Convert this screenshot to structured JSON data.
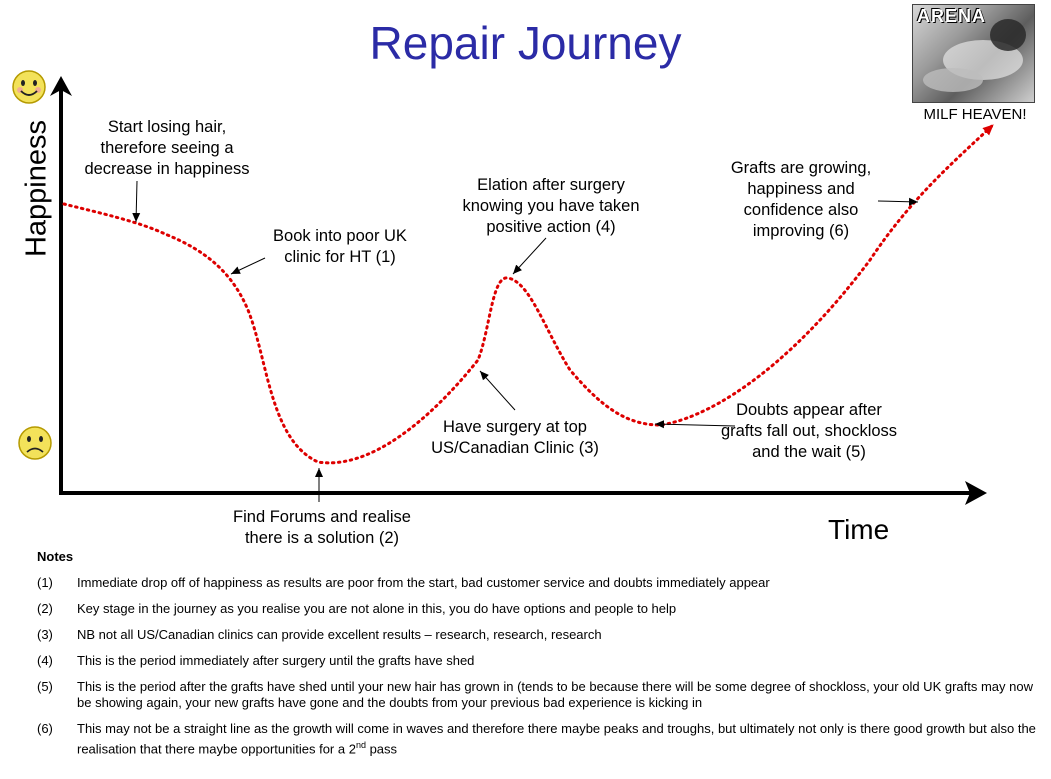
{
  "title": "Repair Journey",
  "axes": {
    "y_label": "Happiness",
    "x_label": "Time"
  },
  "image_ad": {
    "brand": "ARENA",
    "caption": "MILF HEAVEN!"
  },
  "annotations": [
    {
      "id": "start",
      "text": "Start losing hair,\ntherefore seeing a\ndecrease in happiness"
    },
    {
      "id": "book",
      "text": "Book into poor UK\nclinic for HT (1)"
    },
    {
      "id": "forums",
      "text": "Find Forums and realise\nthere is a solution (2)"
    },
    {
      "id": "surgery",
      "text": "Have surgery at top\nUS/Canadian Clinic (3)"
    },
    {
      "id": "elation",
      "text": "Elation after surgery\nknowing you have taken\npositive action (4)"
    },
    {
      "id": "doubts",
      "text": "Doubts appear after\ngrafts fall out, shockloss\nand the wait (5)"
    },
    {
      "id": "growing",
      "text": "Grafts are growing,\nhappiness and\nconfidence also\nimproving (6)"
    }
  ],
  "notes": {
    "heading": "Notes",
    "items": [
      {
        "num": "(1)",
        "text": "Immediate drop off of happiness as results are poor from the start, bad customer service and doubts immediately appear"
      },
      {
        "num": "(2)",
        "text": "Key stage in the journey as you realise you are not alone in this, you do have options and people to help"
      },
      {
        "num": "(3)",
        "text": "NB not all US/Canadian clinics can provide excellent results – research, research, research"
      },
      {
        "num": "(4)",
        "text": "This is the period immediately after surgery until the grafts have shed"
      },
      {
        "num": "(5)",
        "text": "This is the period after the grafts have shed until your new hair has grown in (tends to be because there will be some degree of shockloss, your old UK grafts may now be showing again, your new grafts have gone and the doubts from your previous bad experience is kicking in"
      },
      {
        "num": "(6)",
        "text": "This may not be a straight line as  the growth will come in waves and therefore there maybe peaks and troughs, but ultimately not only is there good growth but also the realisation that there maybe opportunities for a ",
        "sup": "nd",
        "sup_prefix": "2",
        "tail": " pass"
      }
    ]
  },
  "colors": {
    "title": "#2b2ba6",
    "curve": "#dd0000",
    "axis": "#000000",
    "smiley": "#f3e25a"
  },
  "icons": {
    "happy": "happy-face-icon",
    "sad": "sad-face-icon"
  }
}
